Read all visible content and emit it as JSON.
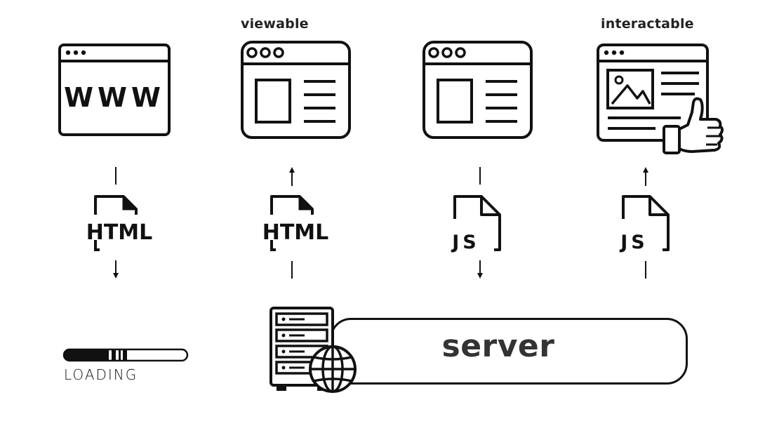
{
  "labels": {
    "viewable": "viewable",
    "interactable": "interactable",
    "server": "server",
    "loading": "LOADING",
    "www": "WWW",
    "html": "HTML",
    "js": "JS"
  },
  "icons": {
    "browser_www": "browser-www-icon",
    "browser_layout_1": "browser-layout-icon",
    "browser_layout_2": "browser-layout-icon",
    "browser_interactive": "browser-thumbs-up-icon",
    "html_file": "html-file-icon",
    "js_file": "js-file-icon",
    "server": "server-rack-globe-icon",
    "loading_bar": "loading-bar-icon"
  },
  "colors": {
    "stroke": "#111111",
    "label": "#222222",
    "server_text": "#333333"
  }
}
